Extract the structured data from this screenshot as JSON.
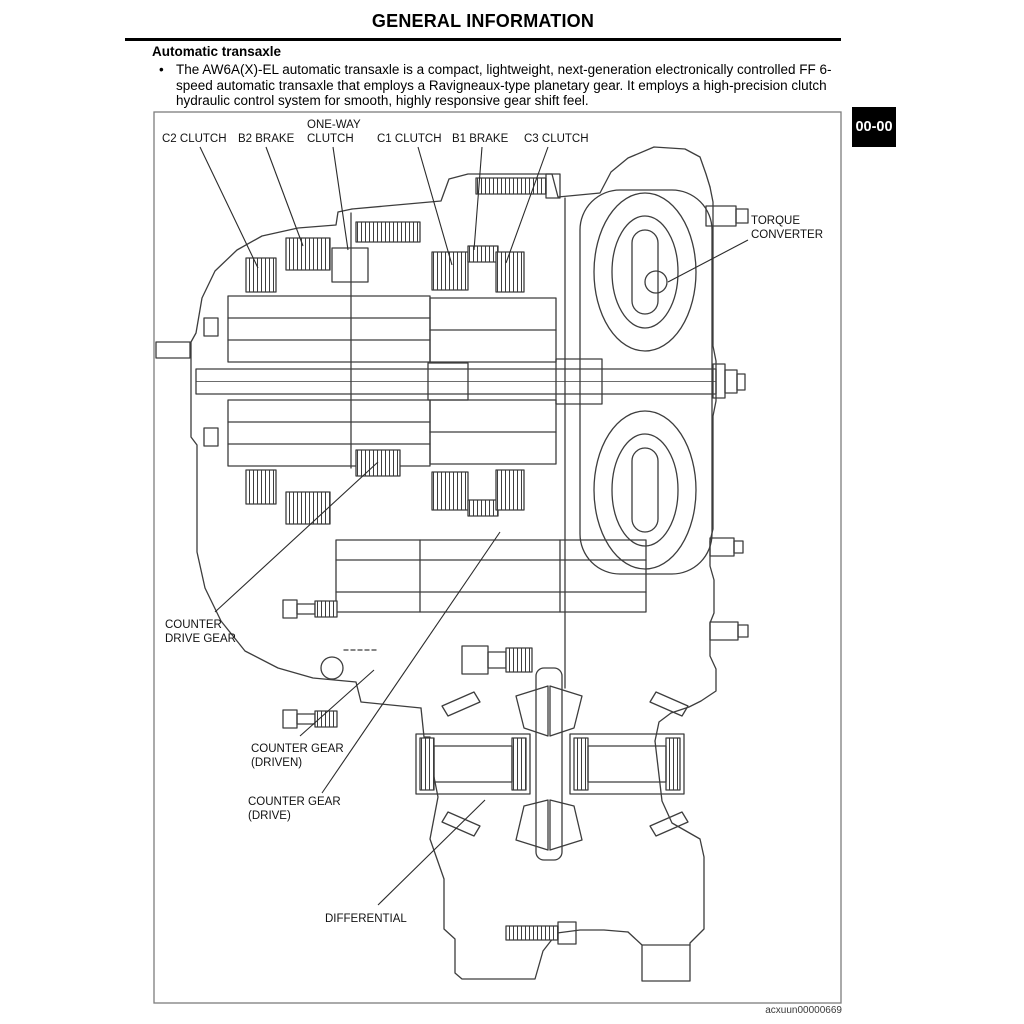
{
  "page": {
    "header_title": "GENERAL INFORMATION",
    "section_heading": "Automatic transaxle",
    "bullet_marker": "•",
    "bullet_text": "The AW6A(X)-EL automatic transaxle is a compact, lightweight, next-generation electronically controlled FF 6-speed automatic transaxle that employs a Ravigneaux-type planetary gear. It employs a high-precision clutch hydraulic control system for smooth, highly responsive gear shift feel.",
    "page_tab": "00-00",
    "figure_code": "acxuun00000669"
  },
  "diagram": {
    "labels": {
      "c2_clutch": "C2 CLUTCH",
      "b2_brake": "B2 BRAKE",
      "one_way_clutch_line1": "ONE-WAY",
      "one_way_clutch_line2": "CLUTCH",
      "c1_clutch": "C1 CLUTCH",
      "b1_brake": "B1 BRAKE",
      "c3_clutch": "C3 CLUTCH",
      "torque_converter_line1": "TORQUE",
      "torque_converter_line2": "CONVERTER",
      "counter_drive_gear_line1": "COUNTER",
      "counter_drive_gear_line2": "DRIVE GEAR",
      "counter_gear_driven_line1": "COUNTER GEAR",
      "counter_gear_driven_line2": "(DRIVEN)",
      "counter_gear_drive_line1": "COUNTER GEAR",
      "counter_gear_drive_line2": "(DRIVE)",
      "differential": "DIFFERENTIAL"
    },
    "colors": {
      "linework": "#3d3d3d",
      "frame": "#7d7d7d",
      "tab_bg": "#000000",
      "tab_fg": "#ffffff"
    }
  }
}
